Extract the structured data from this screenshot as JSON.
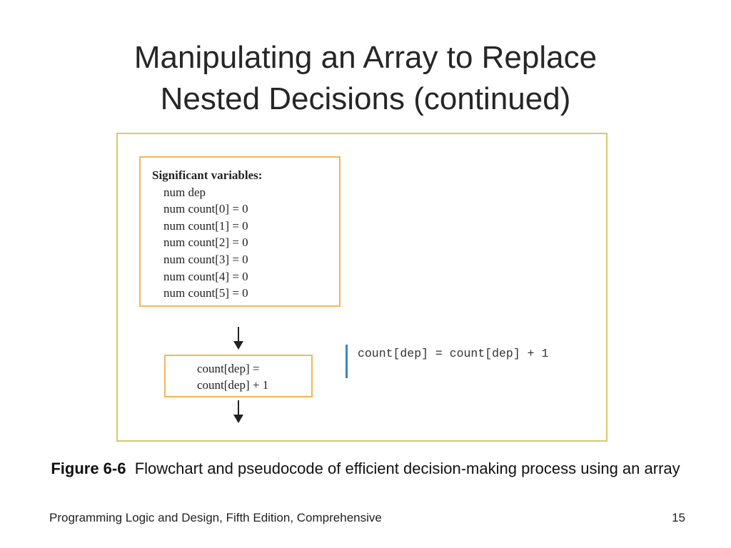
{
  "slide": {
    "title_line1": "Manipulating an Array to Replace",
    "title_line2": "Nested Decisions (continued)"
  },
  "figure": {
    "variables_heading": "Significant variables:",
    "variables": [
      "num dep",
      "num count[0] = 0",
      "num count[1] = 0",
      "num count[2] = 0",
      "num count[3] = 0",
      "num count[4] = 0",
      "num count[5] = 0"
    ],
    "process_line1": "count[dep] =",
    "process_line2": "count[dep] + 1",
    "pseudocode": "count[dep] = count[dep] + 1",
    "colors": {
      "panel_border": "#d8c96a",
      "box_border": "#f5b55a",
      "pseudocode_bar": "#3e86b4"
    }
  },
  "caption": {
    "label": "Figure 6-6",
    "text": "Flowchart and pseudocode of efficient decision-making process using an array"
  },
  "footer": {
    "book": "Programming Logic and Design, Fifth Edition, Comprehensive",
    "page_number": "15"
  }
}
